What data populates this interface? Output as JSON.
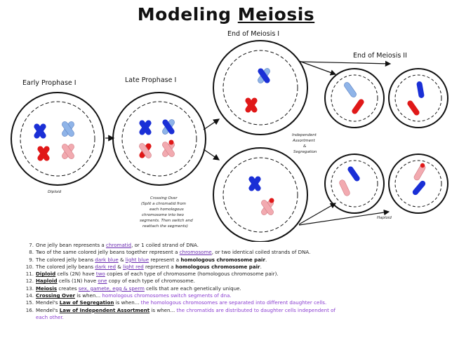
{
  "title": {
    "part1": "Modeling",
    "part2": "Meiosis"
  },
  "labels": {
    "early_prophase": "Early Prophase I",
    "late_prophase": "Late Prophase I",
    "end_meiosis_1": "End of Meiosis I",
    "end_meiosis_2": "End of Meiosis II",
    "diploid": "Diploid",
    "haploid": "Haploid",
    "independent_1": "Independent",
    "independent_2": "Assortment",
    "independent_3": "&",
    "independent_4": "Segregation",
    "crossing_1": "Crossing Over",
    "crossing_2": "(Split a chromatid from",
    "crossing_3": "each homologous",
    "crossing_4": "chromosome into two",
    "crossing_5": "segments. Then switch and",
    "crossing_6": "reattach the segments)"
  },
  "colors": {
    "dark_blue": "#1a2fd6",
    "light_blue": "#8fb4e8",
    "dark_red": "#e01818",
    "light_red": "#f2aab0",
    "link_purple": "#6a2bb0"
  },
  "notes": [
    {
      "num": "7.",
      "parts": [
        {
          "t": "One jelly bean represents a ",
          "s": "t"
        },
        {
          "t": "chromatid",
          "s": "lk"
        },
        {
          "t": ", or 1 coiled strand of DNA.",
          "s": "t"
        }
      ]
    },
    {
      "num": "8.",
      "parts": [
        {
          "t": "Two of the same colored jelly beans together represent a ",
          "s": "t"
        },
        {
          "t": "chromosome",
          "s": "lk"
        },
        {
          "t": ", or two identical coiled strands of DNA.",
          "s": "t"
        }
      ]
    },
    {
      "num": "9.",
      "parts": [
        {
          "t": "The colored jelly beans ",
          "s": "t"
        },
        {
          "t": "dark blue",
          "s": "lk"
        },
        {
          "t": " & ",
          "s": "t"
        },
        {
          "t": "light blue",
          "s": "lk"
        },
        {
          "t": " represent a ",
          "s": "t"
        },
        {
          "t": "homologous chromosome pair",
          "s": "b"
        },
        {
          "t": ".",
          "s": "t"
        }
      ]
    },
    {
      "num": "10.",
      "parts": [
        {
          "t": "The colored jelly beans ",
          "s": "t"
        },
        {
          "t": "dark red",
          "s": "lk"
        },
        {
          "t": " & ",
          "s": "t"
        },
        {
          "t": "light red",
          "s": "lk"
        },
        {
          "t": " represent a ",
          "s": "t"
        },
        {
          "t": "homologous chromosome pair",
          "s": "b"
        },
        {
          "t": ".",
          "s": "t"
        }
      ]
    },
    {
      "num": "11.",
      "parts": [
        {
          "t": "Diploid",
          "s": "bu"
        },
        {
          "t": " cells (2N) have ",
          "s": "t"
        },
        {
          "t": "two",
          "s": "lk"
        },
        {
          "t": " copies of each type of chromosome (homologous chromosome pair).",
          "s": "t"
        }
      ]
    },
    {
      "num": "12.",
      "parts": [
        {
          "t": "Haploid",
          "s": "bu"
        },
        {
          "t": " cells (1N) have ",
          "s": "t"
        },
        {
          "t": "one",
          "s": "lk"
        },
        {
          "t": " copy of each type of chromosome.",
          "s": "t"
        }
      ]
    },
    {
      "num": "13.",
      "parts": [
        {
          "t": "Meiosis",
          "s": "bu"
        },
        {
          "t": " creates ",
          "s": "t"
        },
        {
          "t": "sex, gamete, egg & sperm",
          "s": "lk"
        },
        {
          "t": " cells that are each genetically unique.",
          "s": "t"
        }
      ]
    },
    {
      "num": "14.",
      "parts": [
        {
          "t": "Crossing Over",
          "s": "bu"
        },
        {
          "t": " is when... ",
          "s": "t"
        },
        {
          "t": "homologous chromosomes switch segments of dna.",
          "s": "pu"
        }
      ]
    },
    {
      "num": "15.",
      "parts": [
        {
          "t": "Mendel's ",
          "s": "t"
        },
        {
          "t": "Law of Segregation",
          "s": "bu"
        },
        {
          "t": " is when... ",
          "s": "t"
        },
        {
          "t": "the homologous chromosomes are separated into different daughter cells.",
          "s": "pu"
        }
      ]
    },
    {
      "num": "16.",
      "parts": [
        {
          "t": "Mendel's ",
          "s": "t"
        },
        {
          "t": "Law of Independent Assortment",
          "s": "bu"
        },
        {
          "t": " is when... ",
          "s": "t"
        },
        {
          "t": "the chromatids are distributed to daughter cells independent of",
          "s": "pu"
        }
      ]
    },
    {
      "num": "",
      "parts": [
        {
          "t": "each other.",
          "s": "pu"
        }
      ]
    }
  ]
}
